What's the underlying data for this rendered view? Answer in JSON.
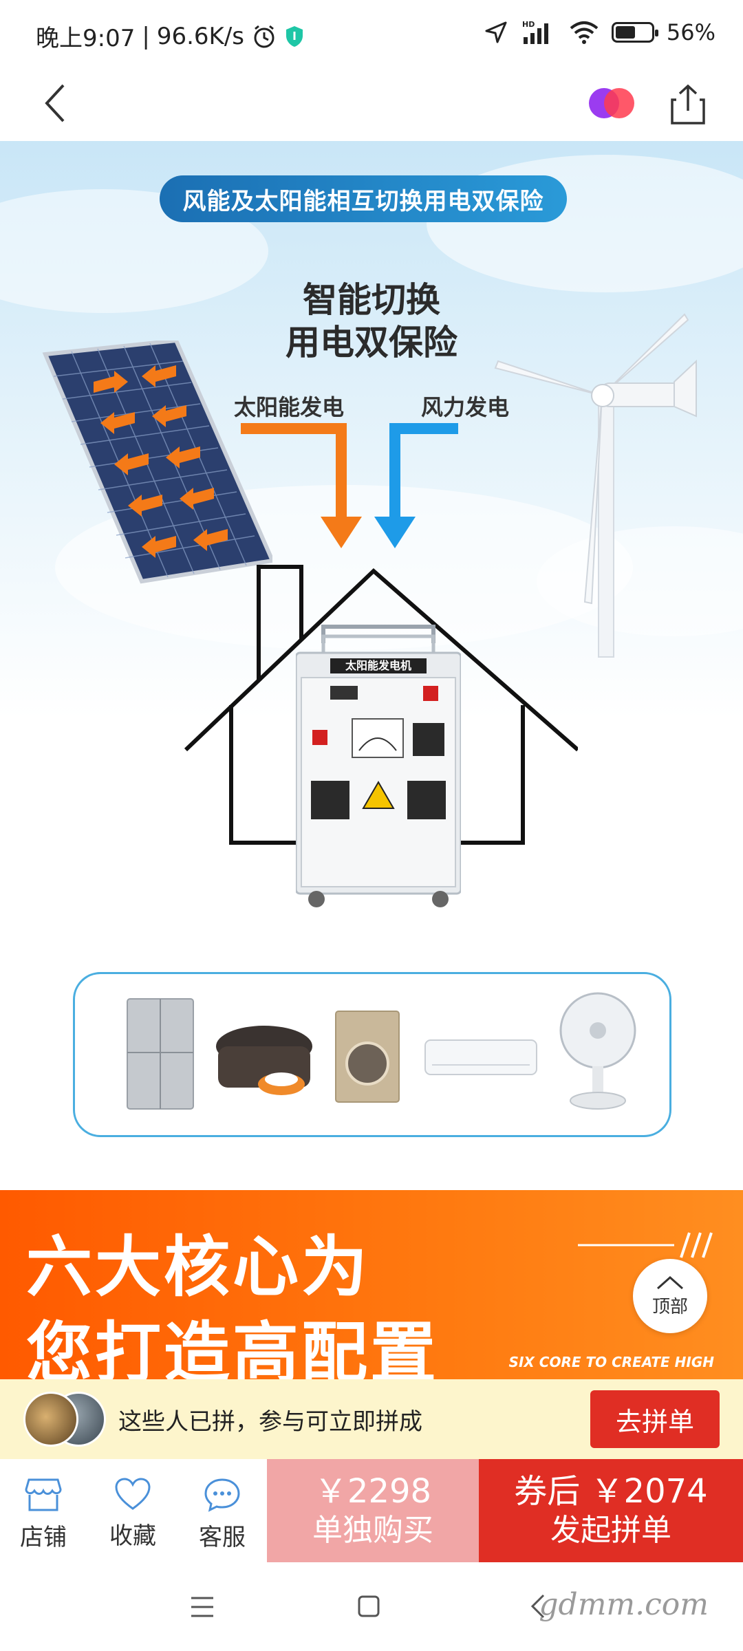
{
  "status_bar": {
    "time": "晚上9:07",
    "net_speed": "96.6K/s",
    "battery": "56%",
    "battery_level": 0.56,
    "network_badge": "HD"
  },
  "nav": {
    "back_icon": "chevron-left-icon",
    "share_icon": "share-icon"
  },
  "banner": {
    "pill_text": "风能及太阳能相互切换用电双保险",
    "headline_line1": "智能切换",
    "headline_line2": "用电双保险",
    "label_solar": "太阳能发电",
    "label_wind": "风力发电",
    "generator_label": "太阳能发电机"
  },
  "promo": {
    "title_line1": "六大核心为",
    "title_line2": "您打造高配置",
    "english": "SIX CORE TO CREATE HIGH"
  },
  "back_to_top": {
    "label": "顶部"
  },
  "group_buy": {
    "text": "这些人已拼，参与可立即拼成",
    "button": "去拼单"
  },
  "actions": {
    "store": "店铺",
    "favorite": "收藏",
    "service": "客服"
  },
  "buy": {
    "solo_price": "￥2298",
    "solo_label": "单独购买",
    "group_price": "券后 ￥2074",
    "group_label": "发起拼单"
  },
  "watermark": "gdmm.com",
  "colors": {
    "primary_red": "#e02e24",
    "solo_pink": "#f1a6a6",
    "promo_orange": "#ff6a00",
    "solar_arrow": "#f47a18",
    "wind_arrow": "#1e9be8"
  }
}
